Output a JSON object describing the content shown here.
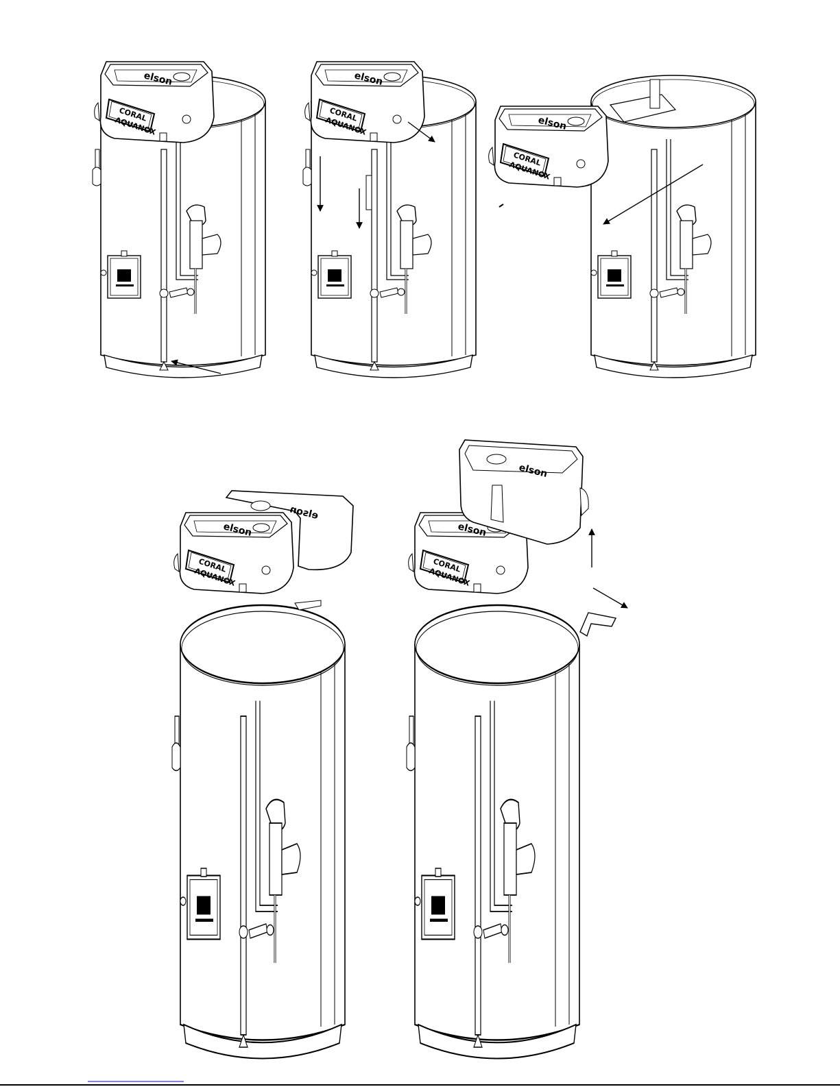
{
  "figures": [
    {
      "brand": "elson",
      "product_line1": "CORAL",
      "product_line2": "AQUANOX",
      "kit_brand": ""
    },
    {
      "brand": "elson",
      "product_line1": "CORAL",
      "product_line2": "AQUANOX",
      "kit_brand": ""
    },
    {
      "brand": "elson",
      "product_line1": "CORAL",
      "product_line2": "AQUANOX",
      "kit_brand": ""
    },
    {
      "brand": "elson",
      "product_line1": "CORAL",
      "product_line2": "AQUANOX",
      "kit_brand": "elson"
    },
    {
      "brand": "elson",
      "product_line1": "CORAL",
      "product_line2": "AQUANOX",
      "kit_brand": "elson"
    }
  ],
  "colors": {
    "line": "#000000",
    "fill": "#ffffff",
    "shade": "#f2f2f2",
    "footer_rule": "#0000ff"
  }
}
